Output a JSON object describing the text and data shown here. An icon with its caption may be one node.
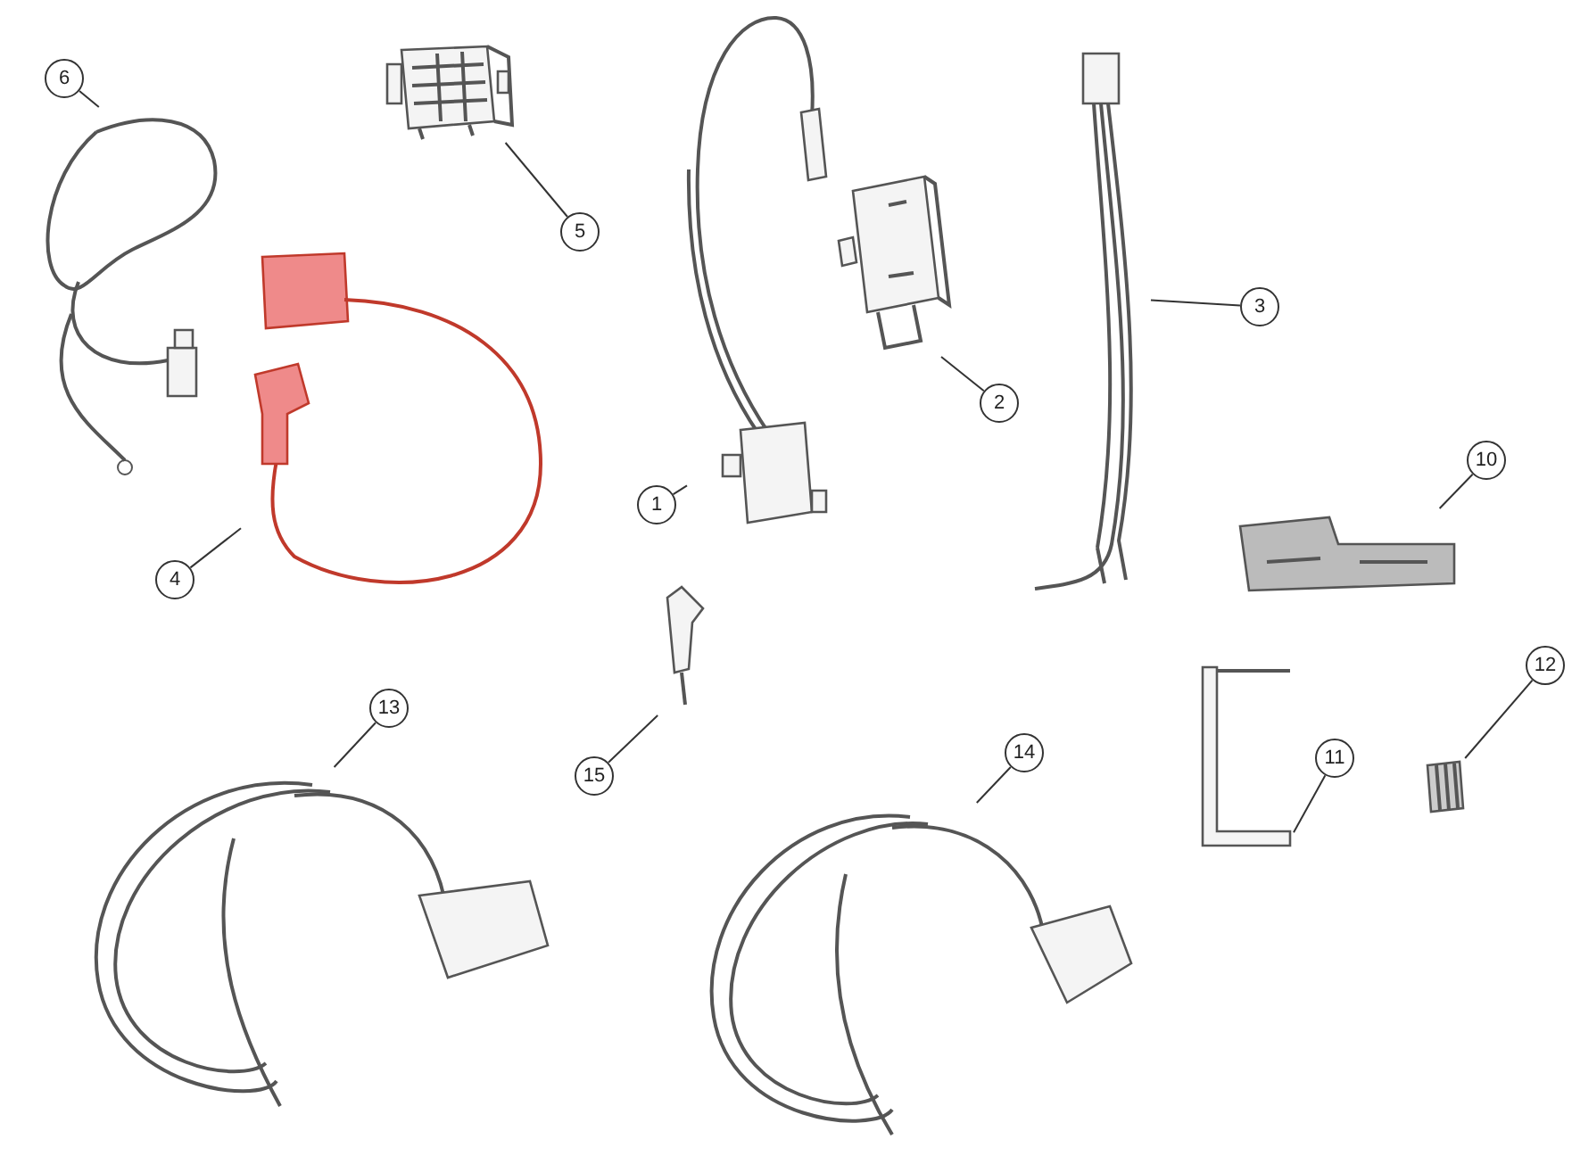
{
  "diagram": {
    "nodes": [
      {
        "text": [
          "6"
        ]
      },
      {
        "text": [],
        "shape": "picture"
      },
      {
        "text": [
          "5"
        ]
      },
      {
        "text": [],
        "shape": "picture"
      },
      {
        "text": [
          "1"
        ]
      },
      {
        "text": [],
        "shape": "picture"
      },
      {
        "text": [
          "2"
        ]
      },
      {
        "text": [],
        "shape": "picture"
      },
      {
        "text": [
          "3"
        ]
      },
      {
        "text": [],
        "shape": "picture"
      },
      {
        "text": [
          "4"
        ]
      },
      {
        "text": [],
        "shape": "picture"
      },
      {
        "text": [
          "10"
        ]
      },
      {
        "text": [],
        "shape": "picture"
      },
      {
        "text": [
          "15"
        ]
      },
      {
        "text": [],
        "shape": "picture"
      },
      {
        "text": [
          "13"
        ]
      },
      {
        "text": [],
        "shape": "picture"
      },
      {
        "text": [
          "12"
        ]
      },
      {
        "text": [],
        "shape": "picture"
      },
      {
        "text": [
          "11"
        ]
      },
      {
        "text": [],
        "shape": "picture"
      },
      {
        "text": [
          "14"
        ]
      },
      {
        "text": [],
        "shape": "picture"
      }
    ],
    "edges": [
      {
        "from": 0,
        "to": 1,
        "arrow": "none"
      },
      {
        "from": 2,
        "to": 3,
        "arrow": "none"
      },
      {
        "from": 4,
        "to": 5,
        "arrow": "none"
      },
      {
        "from": 6,
        "to": 7,
        "arrow": "none"
      },
      {
        "from": 8,
        "to": 9,
        "arrow": "none"
      },
      {
        "from": 10,
        "to": 11,
        "arrow": "none"
      },
      {
        "from": 12,
        "to": 13,
        "arrow": "none"
      },
      {
        "from": 14,
        "to": 15,
        "arrow": "none"
      },
      {
        "from": 16,
        "to": 17,
        "arrow": "none"
      },
      {
        "from": 18,
        "to": 19,
        "arrow": "none"
      },
      {
        "from": 20,
        "to": 21,
        "arrow": "none"
      },
      {
        "from": 22,
        "to": 23,
        "arrow": "none"
      }
    ]
  }
}
